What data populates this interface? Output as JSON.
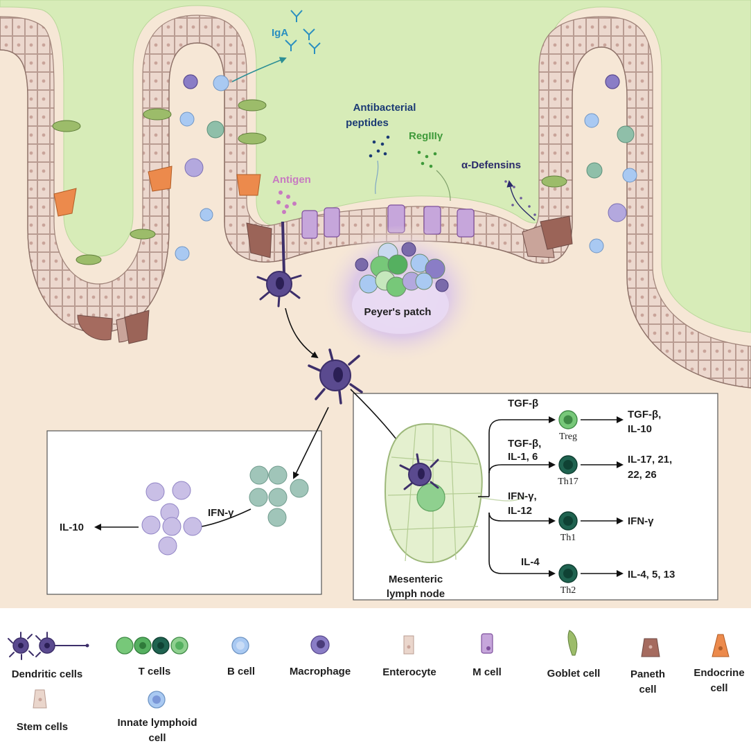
{
  "labels": {
    "iga": "IgA",
    "antibacterial_line1": "Antibacterial",
    "antibacterial_line2": "peptides",
    "regiii": "RegIIIγ",
    "defensins": "α-Defensins",
    "antigen": "Antigen",
    "peyers_patch": "Peyer's patch",
    "mesenteric_line1": "Mesenteric",
    "mesenteric_line2": "lymph node",
    "ifn_gamma_left": "IFN-γ",
    "il10_left": "IL-10"
  },
  "pathways": [
    {
      "input_line1": "TGF-β",
      "input_line2": "",
      "cell": "Treg",
      "output_line1": "TGF-β,",
      "output_line2": "IL-10"
    },
    {
      "input_line1": "TGF-β,",
      "input_line2": "IL-1, 6",
      "cell": "Th17",
      "output_line1": "IL-17, 21,",
      "output_line2": "22, 26"
    },
    {
      "input_line1": "IFN-γ,",
      "input_line2": "IL-12",
      "cell": "Th1",
      "output_line1": "IFN-γ",
      "output_line2": ""
    },
    {
      "input_line1": "IL-4",
      "input_line2": "",
      "cell": "Th2",
      "output_line1": "IL-4, 5, 13",
      "output_line2": ""
    }
  ],
  "legend": [
    {
      "icon": "dendritic-cell-icon",
      "line1": "Dendritic cells",
      "line2": ""
    },
    {
      "icon": "t-cell-icon",
      "line1": "T cells",
      "line2": ""
    },
    {
      "icon": "b-cell-icon",
      "line1": "B cell",
      "line2": ""
    },
    {
      "icon": "macrophage-icon",
      "line1": "Macrophage",
      "line2": ""
    },
    {
      "icon": "enterocyte-icon",
      "line1": "Enterocyte",
      "line2": ""
    },
    {
      "icon": "m-cell-icon",
      "line1": "M cell",
      "line2": ""
    },
    {
      "icon": "goblet-cell-icon",
      "line1": "Goblet cell",
      "line2": ""
    },
    {
      "icon": "paneth-cell-icon",
      "line1": "Paneth",
      "line2": "cell"
    },
    {
      "icon": "endocrine-cell-icon",
      "line1": "Endocrine",
      "line2": "cell"
    },
    {
      "icon": "stem-cell-icon",
      "line1": "Stem cells",
      "line2": ""
    },
    {
      "icon": "innate-lymphoid-cell-icon",
      "line1": "Innate lymphoid",
      "line2": "cell"
    }
  ],
  "colors": {
    "tissue_bg": "#f6e7d6",
    "mucus": "#d7ecb8",
    "epithelium": "#ead6cc",
    "dendritic": "#5a4a8f",
    "b_cell": "#a9c9f2",
    "macrophage": "#9e93cf",
    "t_cell_green": "#77c879",
    "t_cell_dark": "#1f6350",
    "t_cell_teal": "#a0c5b9",
    "endocrine": "#ec8a4c",
    "antigen": "#c77ac1",
    "iga_blue": "#2a8fc0",
    "peptide_navy": "#1b3a74",
    "regiii_green": "#3f9a3a"
  }
}
